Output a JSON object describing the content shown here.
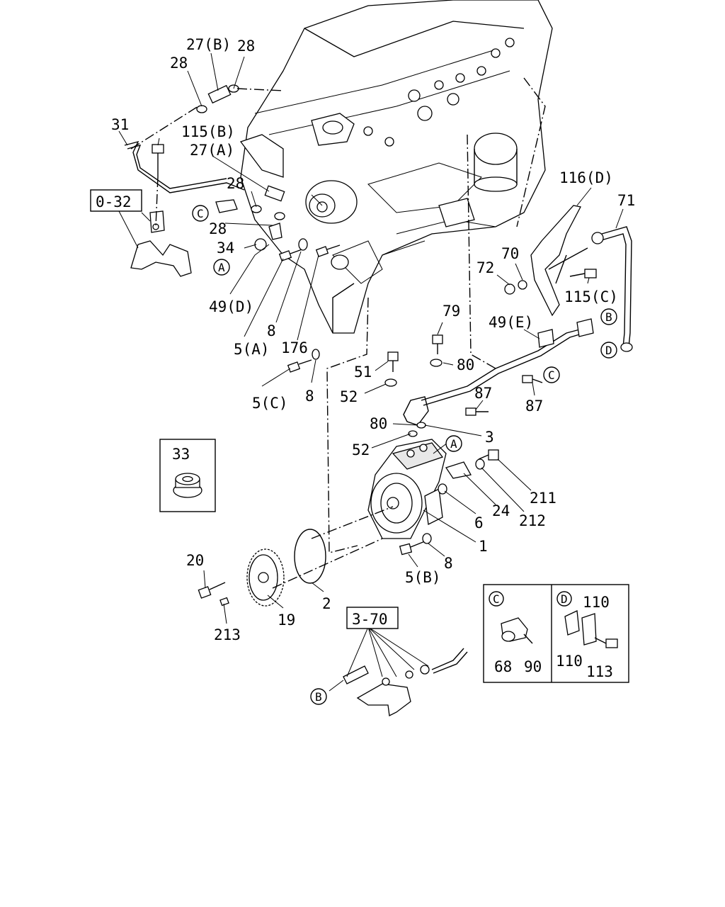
{
  "labels": [
    "27(B)",
    "28",
    "28",
    "31",
    "115(B)",
    "27(A)",
    "0-32",
    "28",
    "28",
    "34",
    "49(D)",
    "5(A)",
    "8",
    "176",
    "5(C)",
    "8",
    "116(D)",
    "71",
    "70",
    "72",
    "115(C)",
    "49(E)",
    "79",
    "51",
    "80",
    "52",
    "87",
    "87",
    "80",
    "3",
    "52",
    "211",
    "24",
    "212",
    "6",
    "1",
    "33",
    "20",
    "2",
    "5(B)",
    "8",
    "19",
    "213",
    "3-70",
    "110",
    "68",
    "90",
    "110",
    "113"
  ],
  "circle_refs": [
    "C",
    "A",
    "A",
    "B",
    "D",
    "C",
    "B",
    "C",
    "D"
  ],
  "icons": {
    "circled_reference": "circle-letter-icon",
    "ref_box": "reference-box-icon"
  },
  "colors": {
    "line": "#000000",
    "background": "#ffffff"
  }
}
